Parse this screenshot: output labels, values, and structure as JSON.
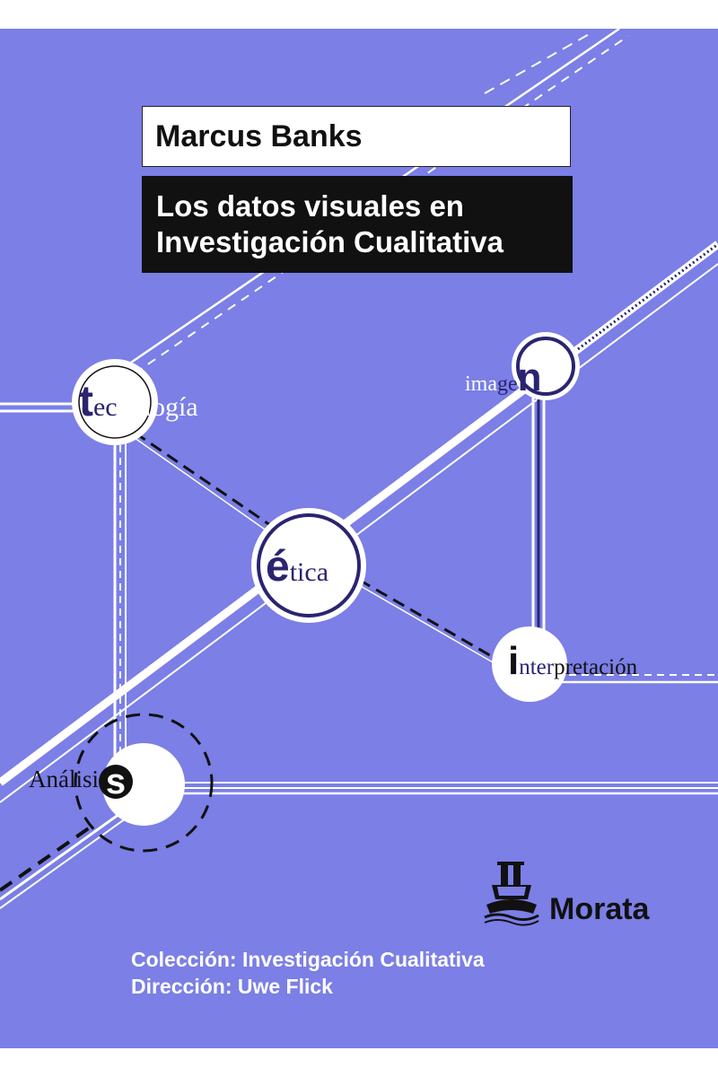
{
  "cover": {
    "author": "Marcus Banks",
    "title_line1": "Los datos visuales en",
    "title_line2": "Investigación Cualitativa",
    "background_color": "#7b7fe6",
    "accent_color": "#2a2470"
  },
  "nodes": {
    "tecnologia": {
      "initial": "t",
      "rest_dark": "ec",
      "rest": "nología"
    },
    "imagen": {
      "rest": "ima",
      "mid_dark": "ge",
      "final": "n"
    },
    "etica": {
      "initial": "é",
      "rest": "tica"
    },
    "interpretacion": {
      "initial": "i",
      "rest_dark": "nter",
      "rest": "pretación"
    },
    "analisis": {
      "rest": "Aná",
      "mid_dark": "lisi",
      "final": "s"
    }
  },
  "publisher": {
    "name": "Morata",
    "logo_icon": "ship-logo-icon"
  },
  "collection": {
    "line1": "Colección: Investigación Cualitativa",
    "line2": "Dirección: Uwe Flick"
  }
}
